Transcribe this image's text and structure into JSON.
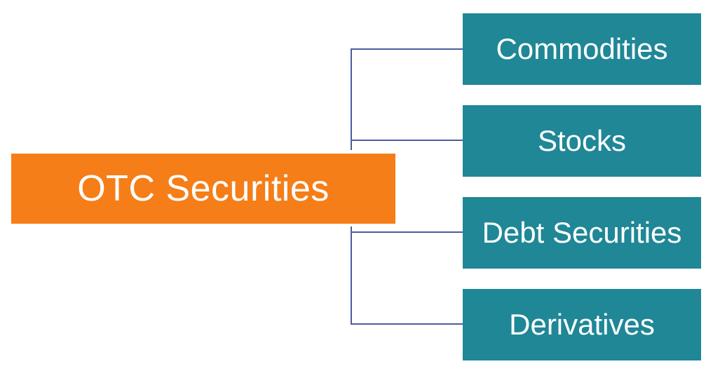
{
  "diagram": {
    "root": {
      "label": "OTC Securities"
    },
    "children": [
      {
        "label": "Commodities"
      },
      {
        "label": "Stocks"
      },
      {
        "label": "Debt Securities"
      },
      {
        "label": "Derivatives"
      }
    ]
  },
  "colors": {
    "root_fill": "#f57e18",
    "child_fill": "#1f8796",
    "connector": "#4a5e9c",
    "text": "#ffffff"
  }
}
